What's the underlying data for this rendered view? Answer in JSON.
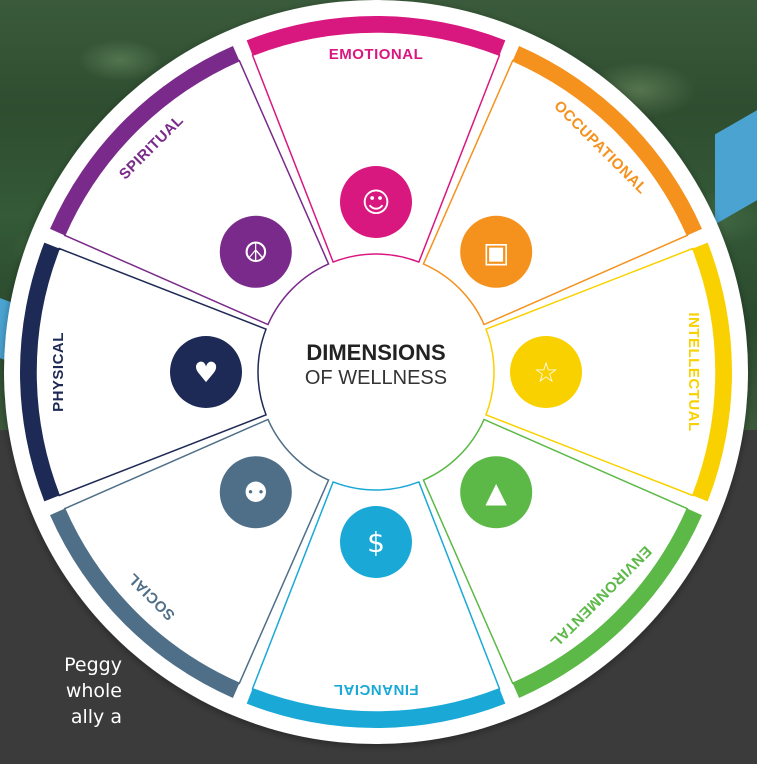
{
  "center": {
    "title": "DIMENSIONS",
    "subtitle": "OF WELLNESS"
  },
  "dimensions": [
    {
      "label": "EMOTIONAL",
      "color": "#d9187f",
      "icon": "head-brain-icon"
    },
    {
      "label": "OCCUPATIONAL",
      "color": "#f5921e",
      "icon": "briefcase-icon"
    },
    {
      "label": "INTELLECTUAL",
      "color": "#f9d100",
      "icon": "lightbulb-icon"
    },
    {
      "label": "ENVIRONMENTAL",
      "color": "#5cb947",
      "icon": "tree-icon"
    },
    {
      "label": "FINANCIAL",
      "color": "#1aa9d6",
      "icon": "piggy-bank-icon"
    },
    {
      "label": "SOCIAL",
      "color": "#4f6f88",
      "icon": "group-icon"
    },
    {
      "label": "PHYSICAL",
      "color": "#1e2a56",
      "icon": "heart-pulse-icon"
    },
    {
      "label": "SPIRITUAL",
      "color": "#7a2a8a",
      "icon": "meditation-icon"
    }
  ],
  "body_text": {
    "lines": [
      "Peggy",
      "whole",
      "ally a"
    ]
  }
}
